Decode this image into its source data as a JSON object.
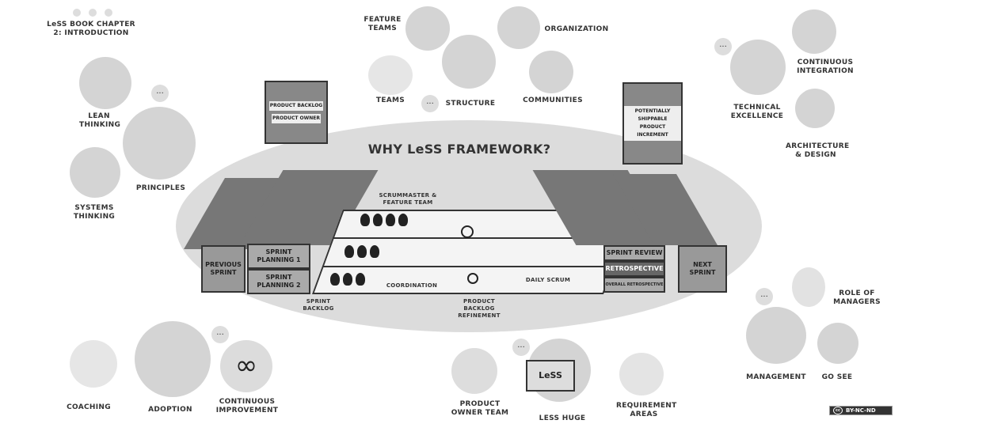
{
  "header": {
    "chapter": "LeSS BOOK CHAPTER 2: INTRODUCTION"
  },
  "title": "WHY LeSS FRAMEWORK?",
  "topics": {
    "lean_thinking": "LEAN THINKING",
    "principles": "PRINCIPLES",
    "systems_thinking": "SYSTEMS THINKING",
    "feature_teams": "FEATURE TEAMS",
    "organization": "ORGANIZATION",
    "teams": "TEAMS",
    "structure": "STRUCTURE",
    "communities": "COMMUNITIES",
    "technical_excellence": "TECHNICAL EXCELLENCE",
    "continuous_integration": "CONTINUOUS INTEGRATION",
    "architecture_design": "ARCHITECTURE & DESIGN",
    "role_of_managers": "ROLE OF MANAGERS",
    "management": "MANAGEMENT",
    "go_see": "GO SEE",
    "coaching": "COACHING",
    "adoption": "ADOPTION",
    "continuous_improvement": "CONTINUOUS IMPROVEMENT",
    "product_owner_team": "PRODUCT OWNER TEAM",
    "less_huge": "LESS HUGE",
    "requirement_areas": "REQUIREMENT AREAS"
  },
  "more": "...",
  "framework": {
    "product_backlog_sign": "PRODUCT BACKLOG",
    "product_owner_sign": "PRODUCT OWNER",
    "increment_sign": "POTENTIALLY SHIPPABLE PRODUCT INCREMENT",
    "previous_sprint": "PREVIOUS SPRINT",
    "sprint_planning_1": "SPRINT PLANNING 1",
    "sprint_planning_2": "SPRINT PLANNING 2",
    "scrummaster": "SCRUMMASTER & FEATURE TEAM",
    "coordination": "COORDINATION",
    "daily_scrum": "DAILY SCRUM",
    "sprint_backlog": "SPRINT BACKLOG",
    "pbr": "PRODUCT BACKLOG REFINEMENT",
    "sprint_review": "SPRINT REVIEW",
    "retrospective": "RETROSPECTIVE",
    "overall_retrospective": "OVERALL RETROSPECTIVE",
    "next_sprint": "NEXT SPRINT"
  },
  "license": "BY-NC-ND",
  "license_icon": "cc-icon"
}
